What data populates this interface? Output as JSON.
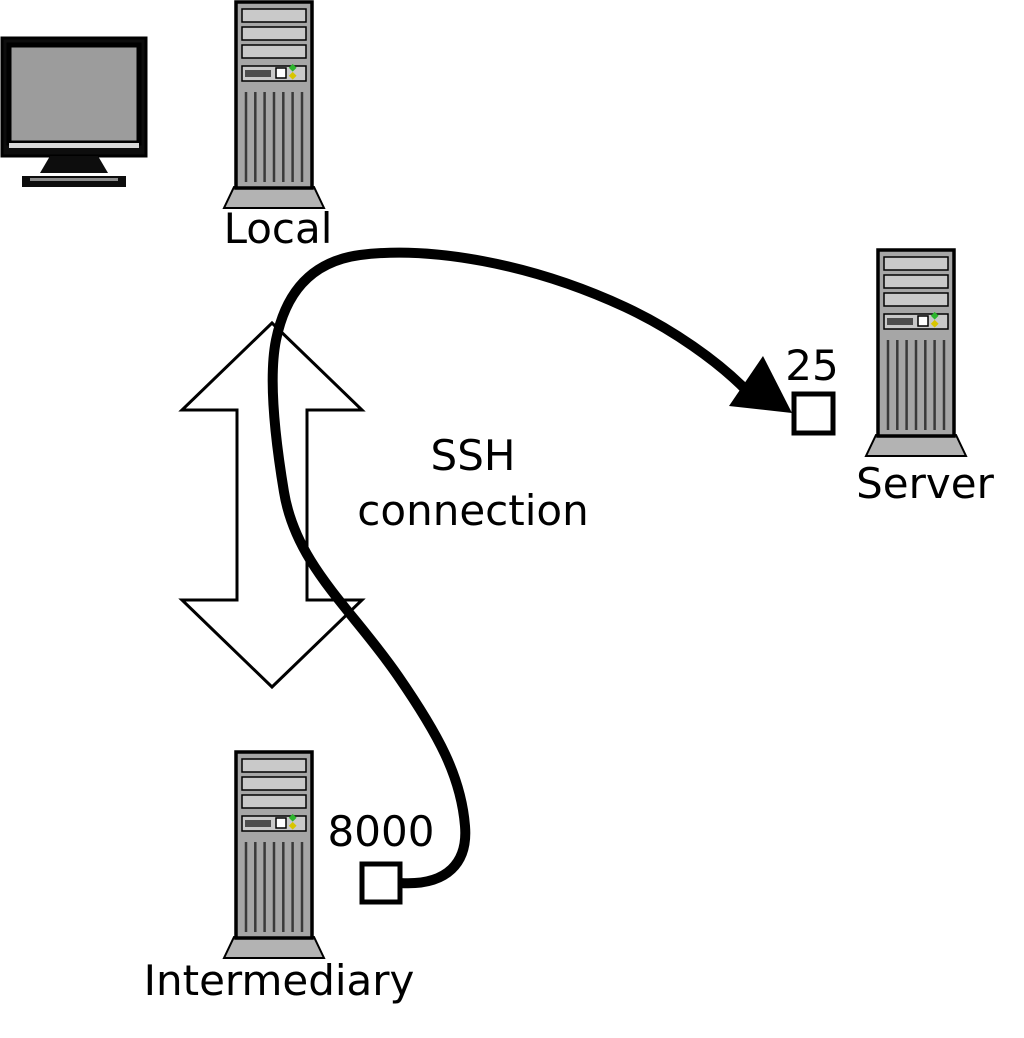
{
  "diagram": {
    "local": {
      "label": "Local"
    },
    "server": {
      "label": "Server",
      "port": "25"
    },
    "intermediary": {
      "label": "Intermediary",
      "port": "8000"
    },
    "connection": {
      "line1": "SSH",
      "line2": "connection"
    },
    "colors": {
      "outline": "#000000",
      "tower_body": "#a6a6a6",
      "tower_base": "#b3b3b3",
      "tower_slat": "#c9c9c9",
      "monitor_screen": "#9c9c9c",
      "led_green": "#2db52d",
      "led_yellow": "#d8c500",
      "background": "#ffffff"
    }
  }
}
